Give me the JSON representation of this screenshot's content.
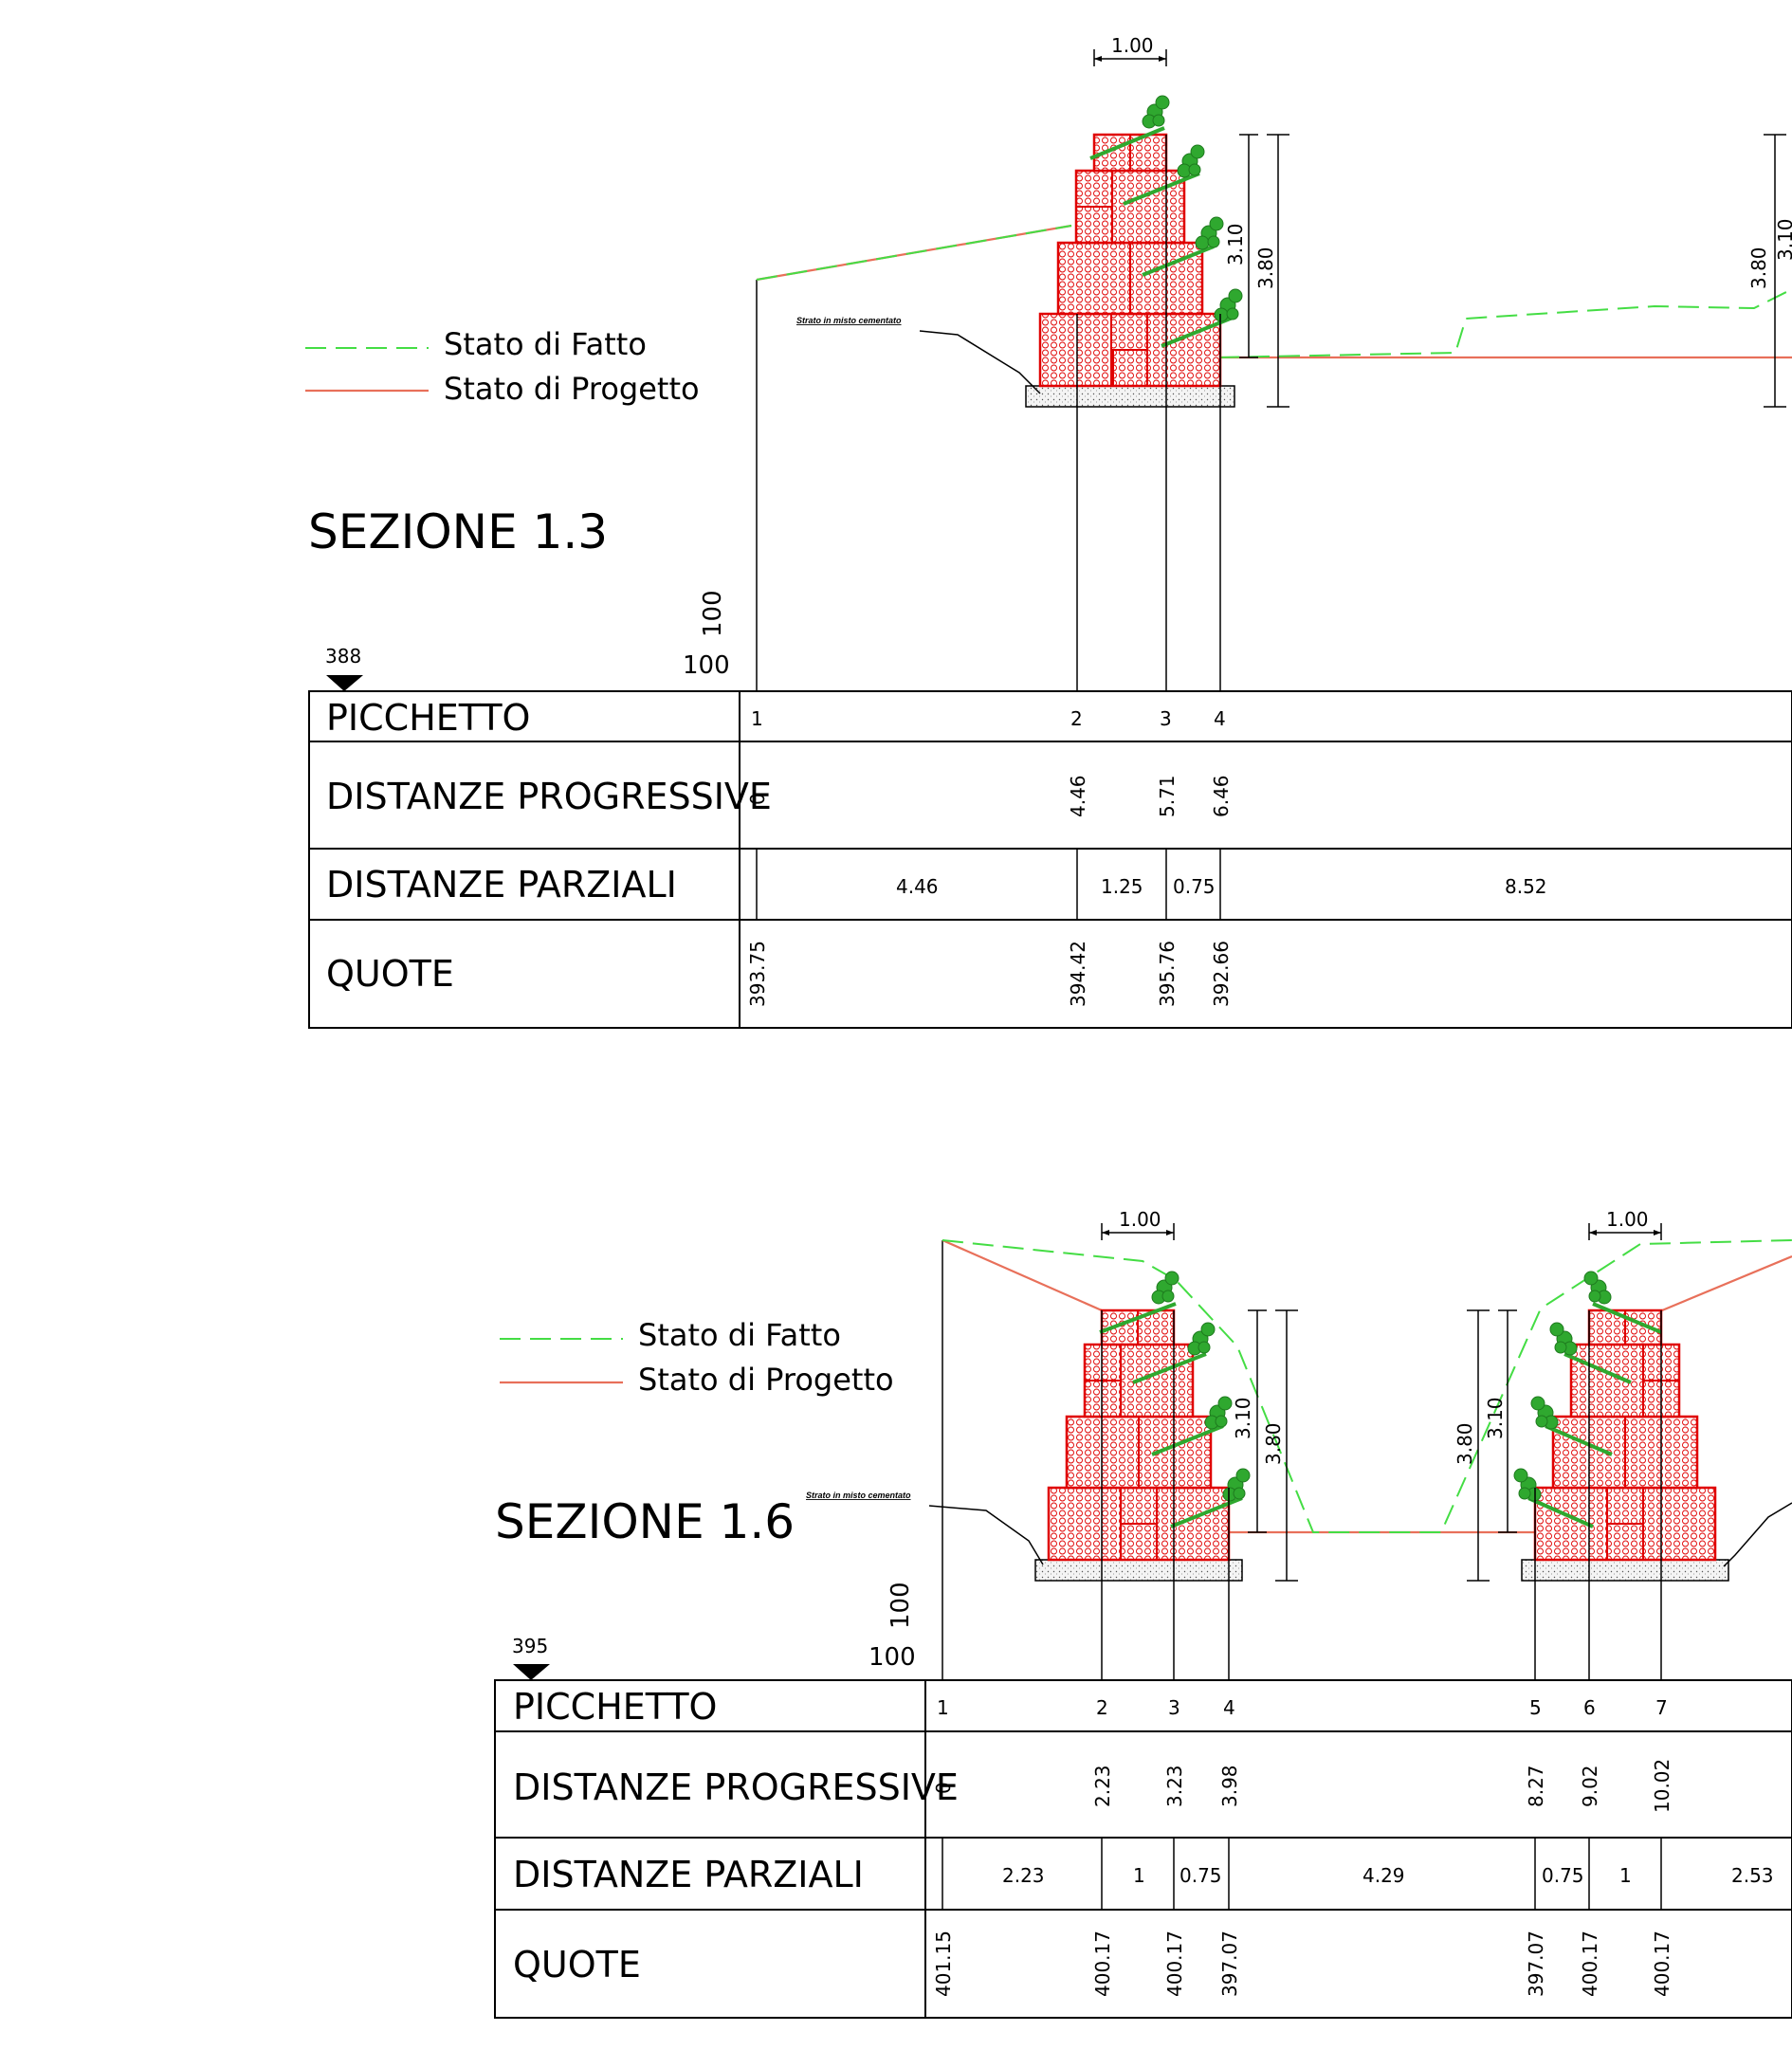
{
  "sections": [
    {
      "title": "SEZIONE 1.3",
      "legend": {
        "fatto": "Stato di Fatto",
        "progetto": "Stato di Progetto"
      },
      "datum": "388",
      "scale_h": "100",
      "scale_v": "100",
      "layer_note": "Strato in misto cementato",
      "dim_width": "1.00",
      "dim_h1": "3.10",
      "dim_h2": "3.80",
      "right_dim_h1": "3.10",
      "right_dim_h2": "3.80",
      "rows": {
        "picchetto": "PICCHETTO",
        "progressive": "DISTANZE PROGRESSIVE",
        "parziali": "DISTANZE PARZIALI",
        "quote": "QUOTE"
      },
      "picchetti": [
        "1",
        "2",
        "3",
        "4"
      ],
      "progressive": [
        "0",
        "4.46",
        "5.71",
        "6.46"
      ],
      "parziali": [
        "4.46",
        "1.25",
        "0.75",
        "8.52"
      ],
      "quote": [
        "393.75",
        "394.42",
        "395.76",
        "392.66"
      ]
    },
    {
      "title": "SEZIONE 1.6",
      "legend": {
        "fatto": "Stato di Fatto",
        "progetto": "Stato di Progetto"
      },
      "datum": "395",
      "scale_h": "100",
      "scale_v": "100",
      "layer_note": "Strato in misto cementato",
      "dim_width_left": "1.00",
      "dim_width_right": "1.00",
      "dim_h1_left": "3.10",
      "dim_h2_left": "3.80",
      "dim_h1_right": "3.10",
      "dim_h2_right": "3.80",
      "rows": {
        "picchetto": "PICCHETTO",
        "progressive": "DISTANZE PROGRESSIVE",
        "parziali": "DISTANZE PARZIALI",
        "quote": "QUOTE"
      },
      "picchetti": [
        "1",
        "2",
        "3",
        "4",
        "5",
        "6",
        "7"
      ],
      "progressive": [
        "0",
        "2.23",
        "3.23",
        "3.98",
        "8.27",
        "9.02",
        "10.02"
      ],
      "parziali": [
        "2.23",
        "1",
        "0.75",
        "4.29",
        "0.75",
        "1",
        "2.53"
      ],
      "quote": [
        "401.15",
        "400.17",
        "400.17",
        "397.07",
        "397.07",
        "400.17",
        "400.17"
      ]
    }
  ],
  "colors": {
    "progetto": "#e8705a",
    "fatto": "#44dd44",
    "gabion": "#e00000",
    "plant": "#2fa82f"
  }
}
